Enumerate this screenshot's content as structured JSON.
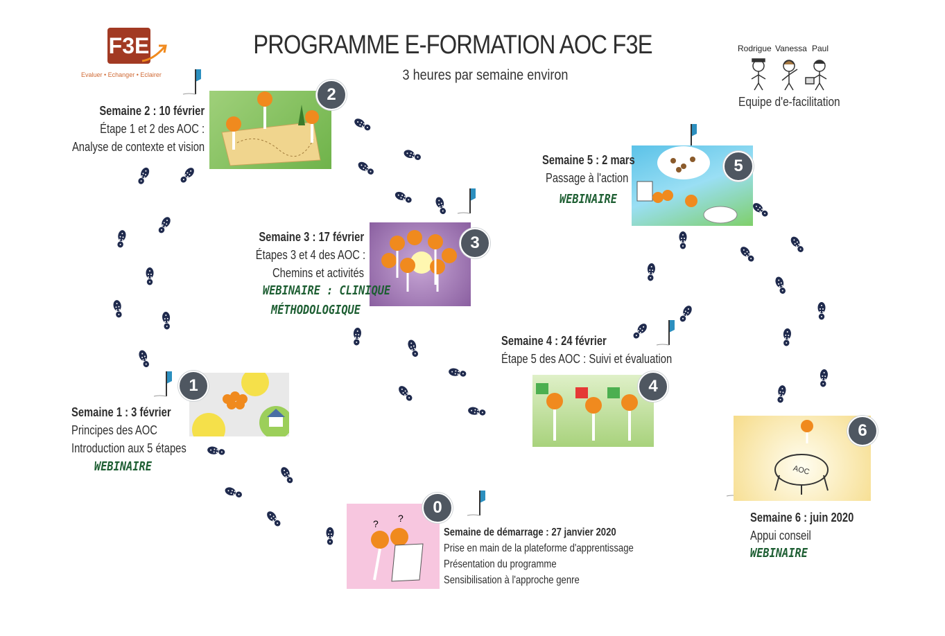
{
  "header": {
    "title": "PROGRAMME E-FORMATION AOC F3E",
    "subtitle": "3 heures par semaine environ"
  },
  "logo": {
    "text": "F3E",
    "tagline": "Evaluer • Echanger • Eclairer",
    "color": "#a23a23"
  },
  "team": {
    "members": [
      "Rodrigue",
      "Vanessa",
      "Paul"
    ],
    "caption": "Equipe d'e-facilitation"
  },
  "colors": {
    "badge": "#4f5761",
    "webinaire": "#1d5e32",
    "footprint": "#1f2a4d",
    "flag": "#2c8fbf"
  },
  "steps": [
    {
      "number": "0",
      "title": "Semaine de démarrage : 27 janvier 2020",
      "lines": [
        "Prise en main de la plateforme d'apprentissage",
        "Présentation du programme",
        "Sensibilisation à l'approche genre"
      ],
      "webinaire": ""
    },
    {
      "number": "1",
      "title": "Semaine 1 : 3 février",
      "lines": [
        "Principes des AOC",
        "Introduction aux 5 étapes"
      ],
      "webinaire": "WEBINAIRE"
    },
    {
      "number": "2",
      "title": "Semaine 2 : 10 février",
      "lines": [
        "Étape 1 et 2 des AOC :",
        "Analyse de contexte et vision"
      ],
      "webinaire": ""
    },
    {
      "number": "3",
      "title": "Semaine 3 : 17 février",
      "lines": [
        "Étapes 3 et 4  des AOC :",
        "Chemins et activités"
      ],
      "webinaire": "WEBINAIRE : CLINIQUE",
      "webinaire2": "MÉTHODOLOGIQUE"
    },
    {
      "number": "4",
      "title": "Semaine 4 : 24 février",
      "lines": [
        "Étape 5  des AOC :  Suivi et évaluation"
      ],
      "webinaire": ""
    },
    {
      "number": "5",
      "title": "Semaine 5 : 2 mars",
      "lines": [
        "Passage à l'action"
      ],
      "webinaire": "WEBINAIRE"
    },
    {
      "number": "6",
      "title": "Semaine 6 : juin 2020",
      "lines": [
        "Appui conseil"
      ],
      "webinaire": "WEBINAIRE"
    }
  ],
  "illustrations": {
    "step6_mat_label": "AOC"
  }
}
